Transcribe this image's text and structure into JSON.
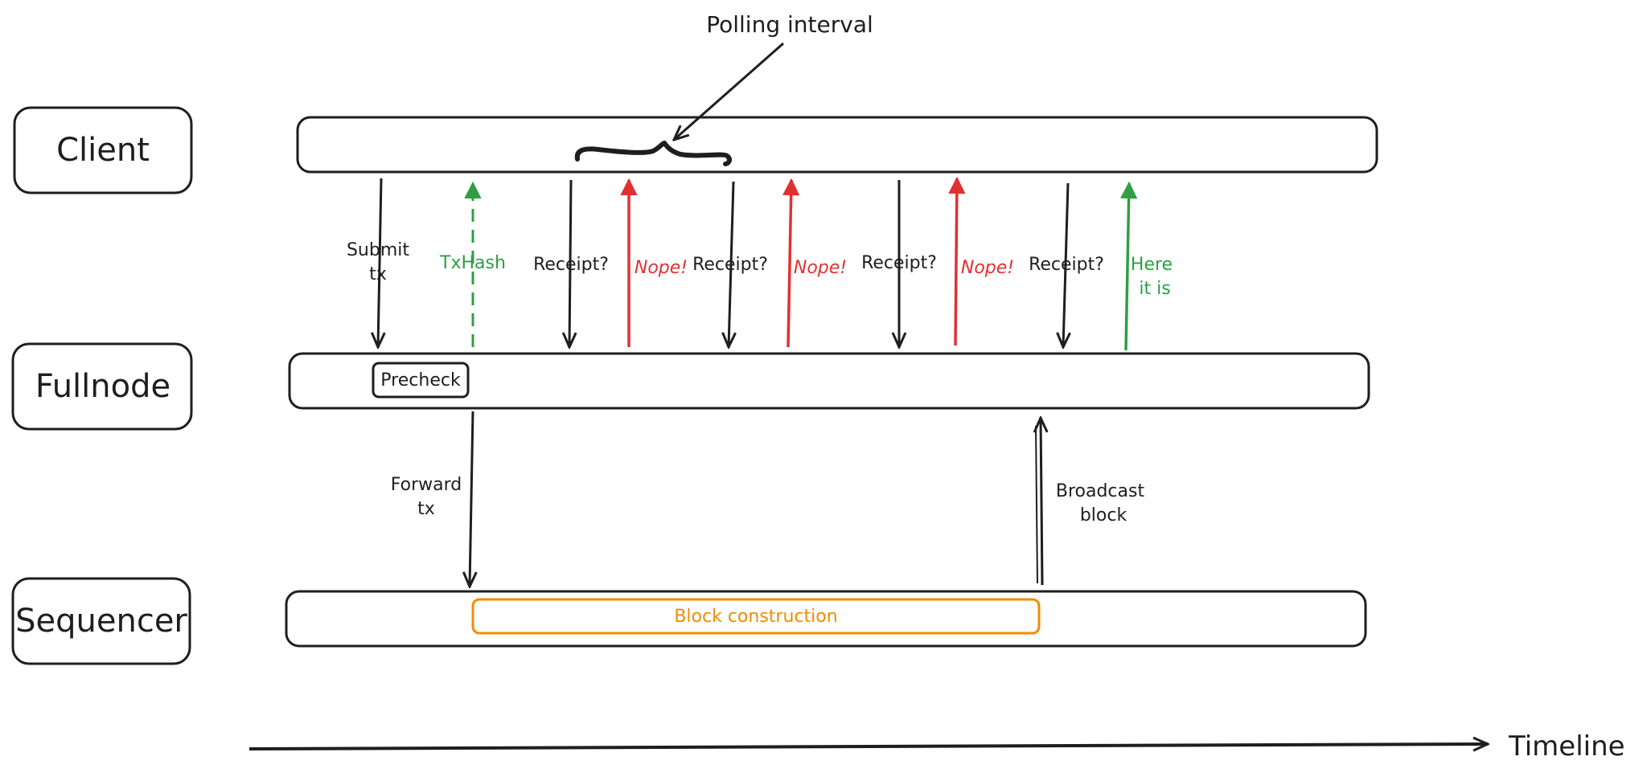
{
  "lanes": {
    "client": "Client",
    "fullnode": "Fullnode",
    "sequencer": "Sequencer"
  },
  "annotation": {
    "polling_interval": "Polling interval"
  },
  "messages": {
    "submit": [
      "Submit",
      "tx"
    ],
    "txhash": "TxHash",
    "receipt1": "Receipt?",
    "nope1": "Nope!",
    "receipt2": "Receipt?",
    "nope2": "Nope!",
    "receipt3": "Receipt?",
    "nope3": "Nope!",
    "receipt4": "Receipt?",
    "here": [
      "Here",
      "it is"
    ],
    "forward": [
      "Forward",
      "tx"
    ],
    "broadcast": [
      "Broadcast",
      "block"
    ]
  },
  "boxes": {
    "precheck": "Precheck",
    "block_construction": "Block construction"
  },
  "timeline": "Timeline",
  "colors": {
    "ink": "#1e1e1e",
    "green": "#2f9e44",
    "red": "#e03131",
    "orange": "#f08c00"
  }
}
